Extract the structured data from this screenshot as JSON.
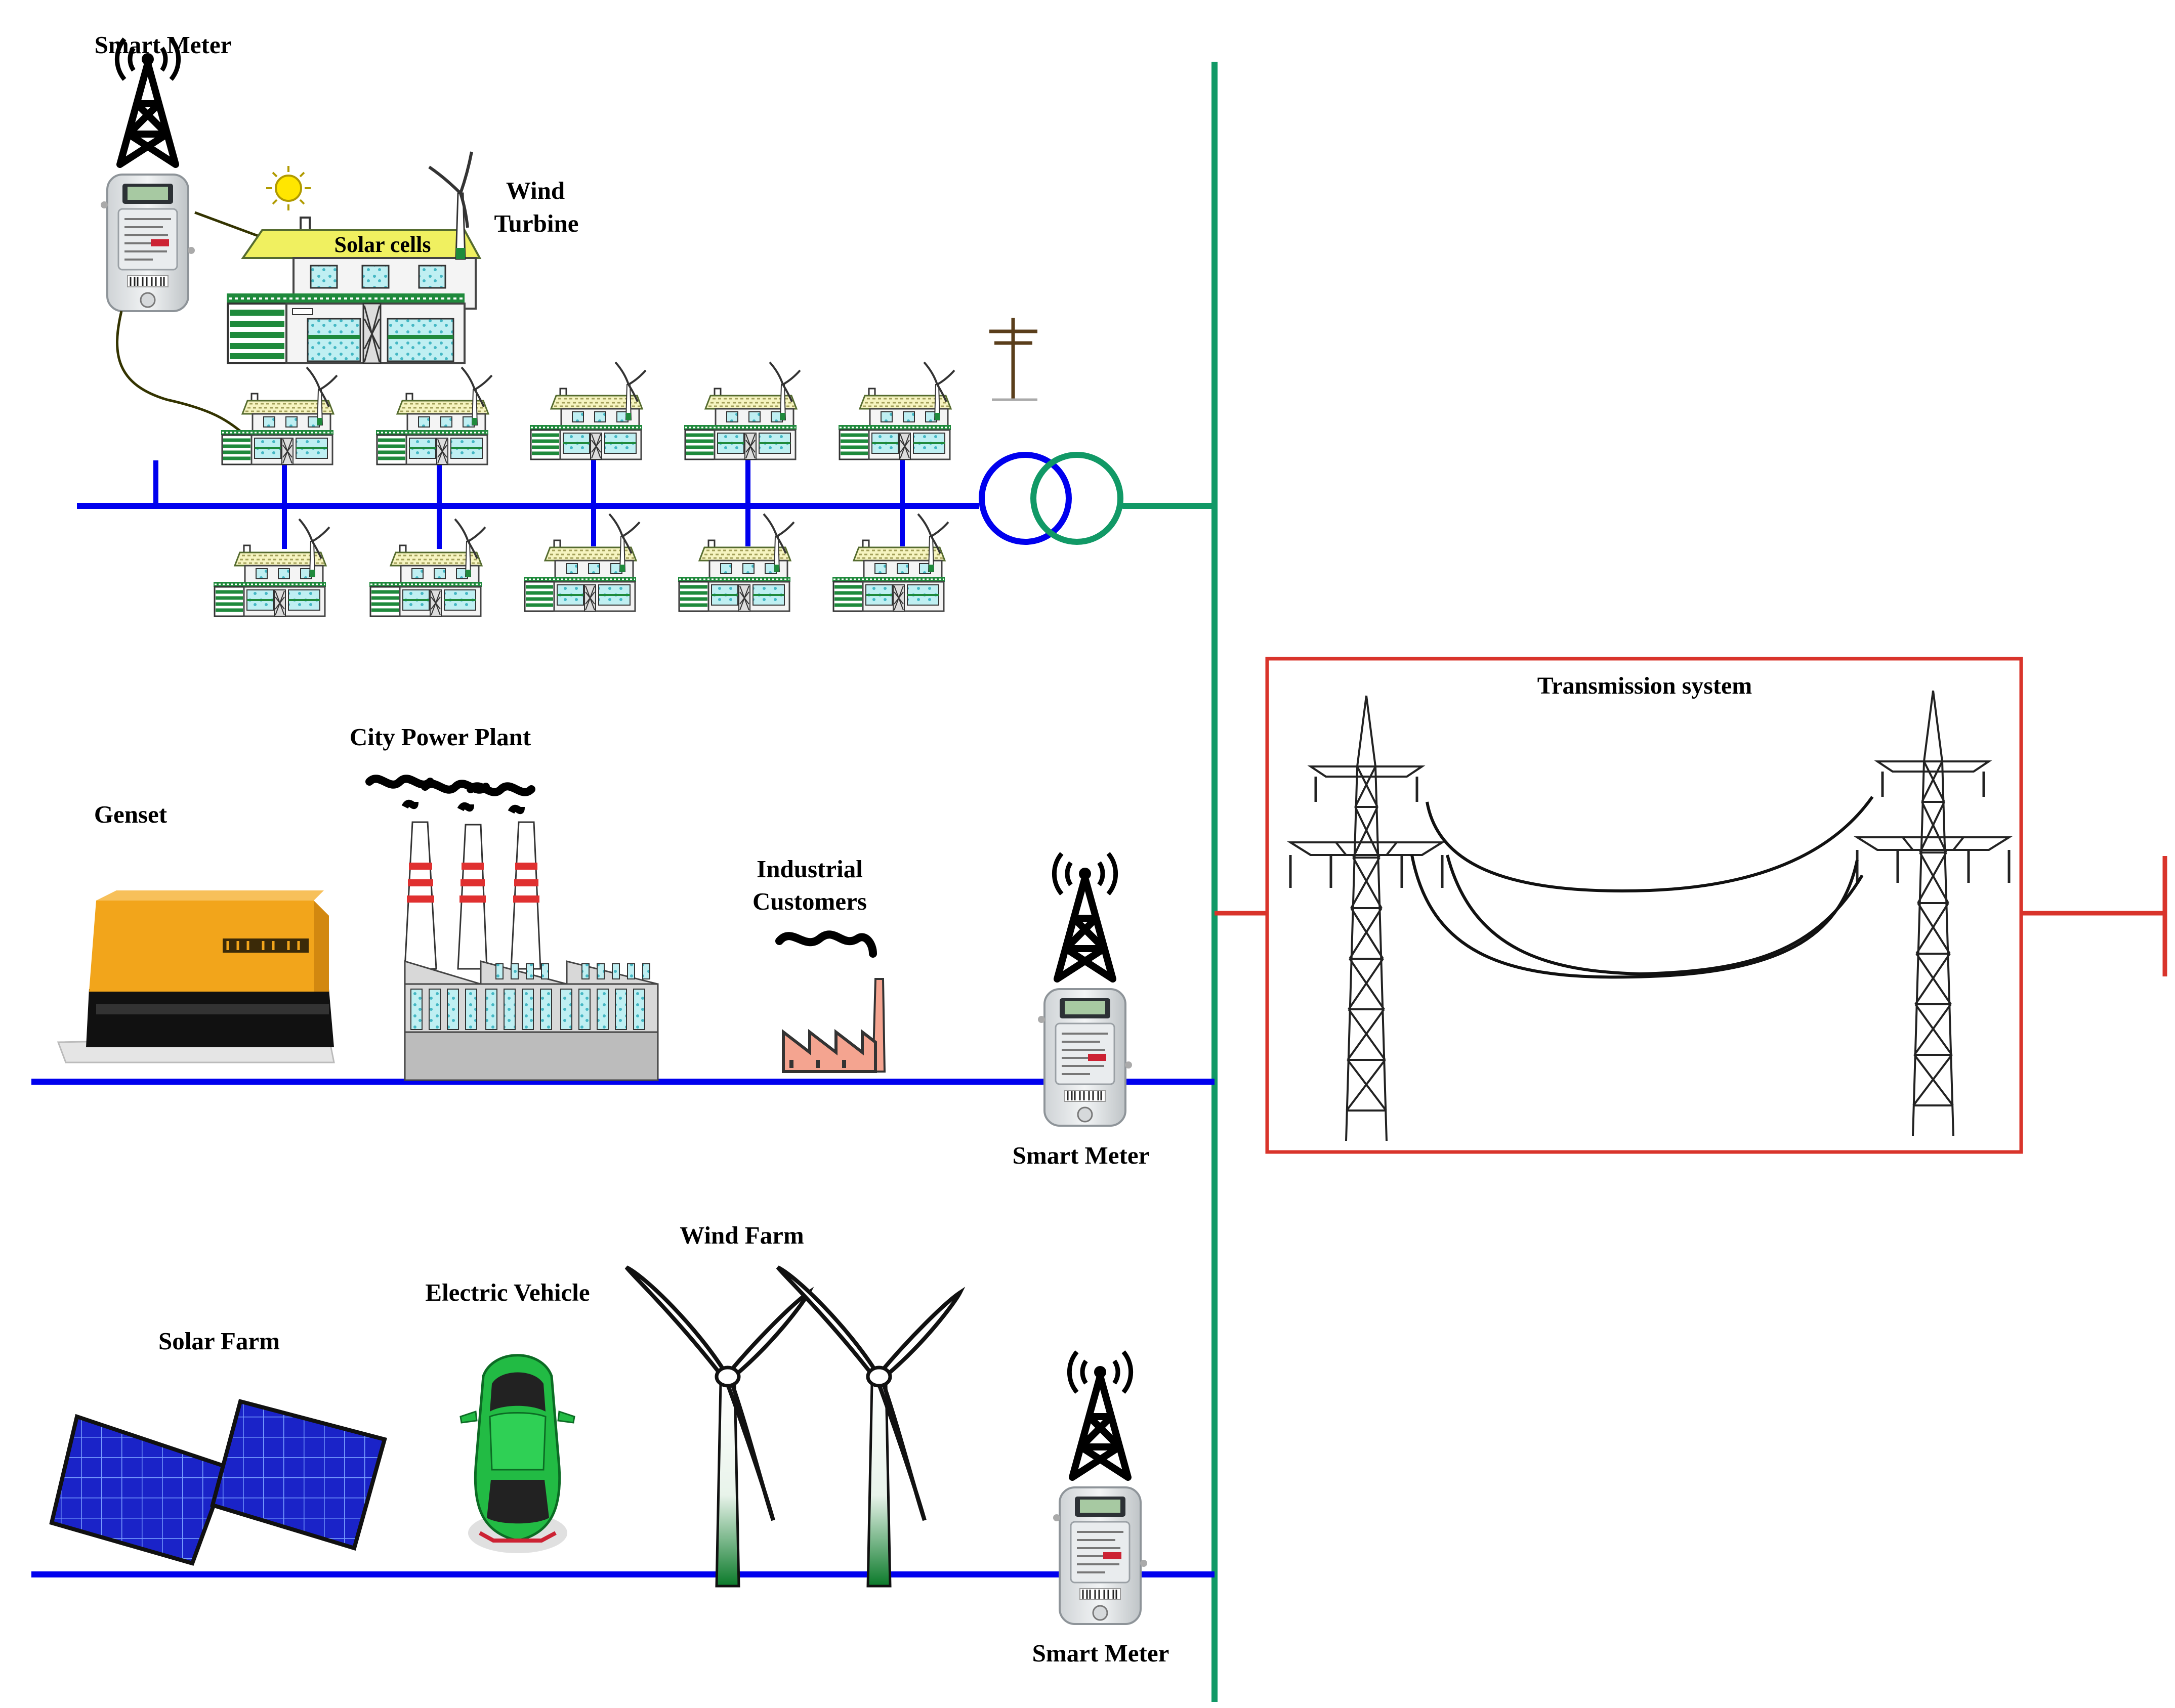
{
  "labels": {
    "smart_meter_top": "Smart Meter",
    "wind_turbine_line1": "Wind",
    "wind_turbine_line2": "Turbine",
    "solar_cells": "Solar cells",
    "city_power_plant": "City Power Plant",
    "genset": "Genset",
    "industrial_line1": "Industrial",
    "industrial_line2": "Customers",
    "smart_meter_mid": "Smart Meter",
    "transmission_system": "Transmission system",
    "wind_farm": "Wind Farm",
    "electric_vehicle": "Electric Vehicle",
    "solar_farm": "Solar Farm",
    "smart_meter_bottom": "Smart Meter"
  },
  "colors": {
    "distribution_line": "#0000ee",
    "transmission_bus": "#119966",
    "transmission_box": "#d9342b",
    "house_green": "#1f8a3c",
    "ev_green": "#22bb44"
  },
  "icons": {
    "meter": "smart-meter-icon",
    "antenna": "antenna-tower-icon",
    "sun": "sun-icon",
    "transformer": "transformer-icon",
    "pole": "utility-pole-icon",
    "pylon": "transmission-pylon-icon"
  }
}
